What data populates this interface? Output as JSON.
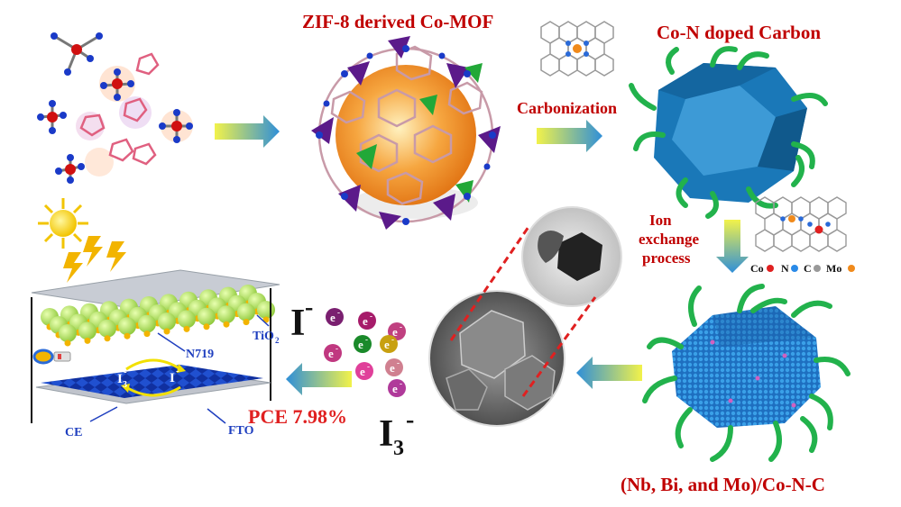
{
  "labels": {
    "zif_title": "ZIF-8 derived Co-MOF",
    "con_title": "Co-N doped Carbon",
    "carbonization": "Carbonization",
    "ion_exchange": [
      "Ion",
      "exchange",
      "process"
    ],
    "legend": {
      "co": "Co",
      "n": "N",
      "c": "C",
      "mo": "Mo"
    },
    "product": "(Nb, Bi, and Mo)/Co-N-C",
    "pce": "PCE 7.98%",
    "iodide": "I",
    "iodide_sup": "-",
    "triiodide": "I",
    "triiodide_sub": "3",
    "triiodide_sup": "-",
    "electron": "e",
    "electron_sup": "-",
    "cell": {
      "tio2": "TiO",
      "tio2_sub": "2",
      "n719": "N719",
      "ce": "CE",
      "fto": "FTO",
      "inner_i3": "I",
      "inner_i3_sub": "3",
      "inner_i3_sup": "-",
      "inner_i": "I",
      "inner_i_sup": "-"
    }
  },
  "colors": {
    "title_red": "#c00000",
    "label_blue": "#1f3fbf",
    "dodeca_blue": "#1a78b8",
    "tube_green": "#22b24c",
    "arrow_start": "#f2f24a",
    "arrow_end": "#2f8fd8",
    "ball_orange": "#f08a1c",
    "purple": "#5b1a8a",
    "electrons": [
      "#7a1f70",
      "#a61b6a",
      "#c04080",
      "#1a8a2a",
      "#c8a010",
      "#c03880",
      "#e0409a",
      "#d08090"
    ]
  },
  "icons": [
    "sun-icon",
    "lightning-icon",
    "dye-molecule-icon",
    "battery-icon"
  ]
}
